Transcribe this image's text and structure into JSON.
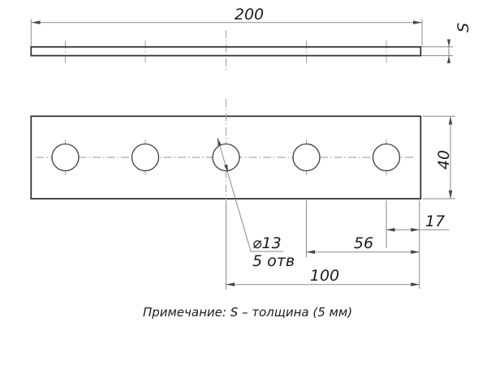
{
  "views": {
    "side_view": {
      "length_dim": "200",
      "thickness_label": "S"
    },
    "front_view": {
      "height_dim": "40",
      "dim_hole5_to_edge": "17",
      "dim_hole4_to_edge": "56",
      "dim_hole3_to_edge": "100",
      "hole_callout_diameter": "⌀13",
      "hole_callout_count": "5 отв"
    }
  },
  "note": "Примечание: S – толщина (5 мм)",
  "colors": {
    "background": "#ffffff",
    "outline": "#343434",
    "thin_line": "#8a8a8a",
    "center_line": "#979797",
    "text": "#1c1c1c"
  }
}
